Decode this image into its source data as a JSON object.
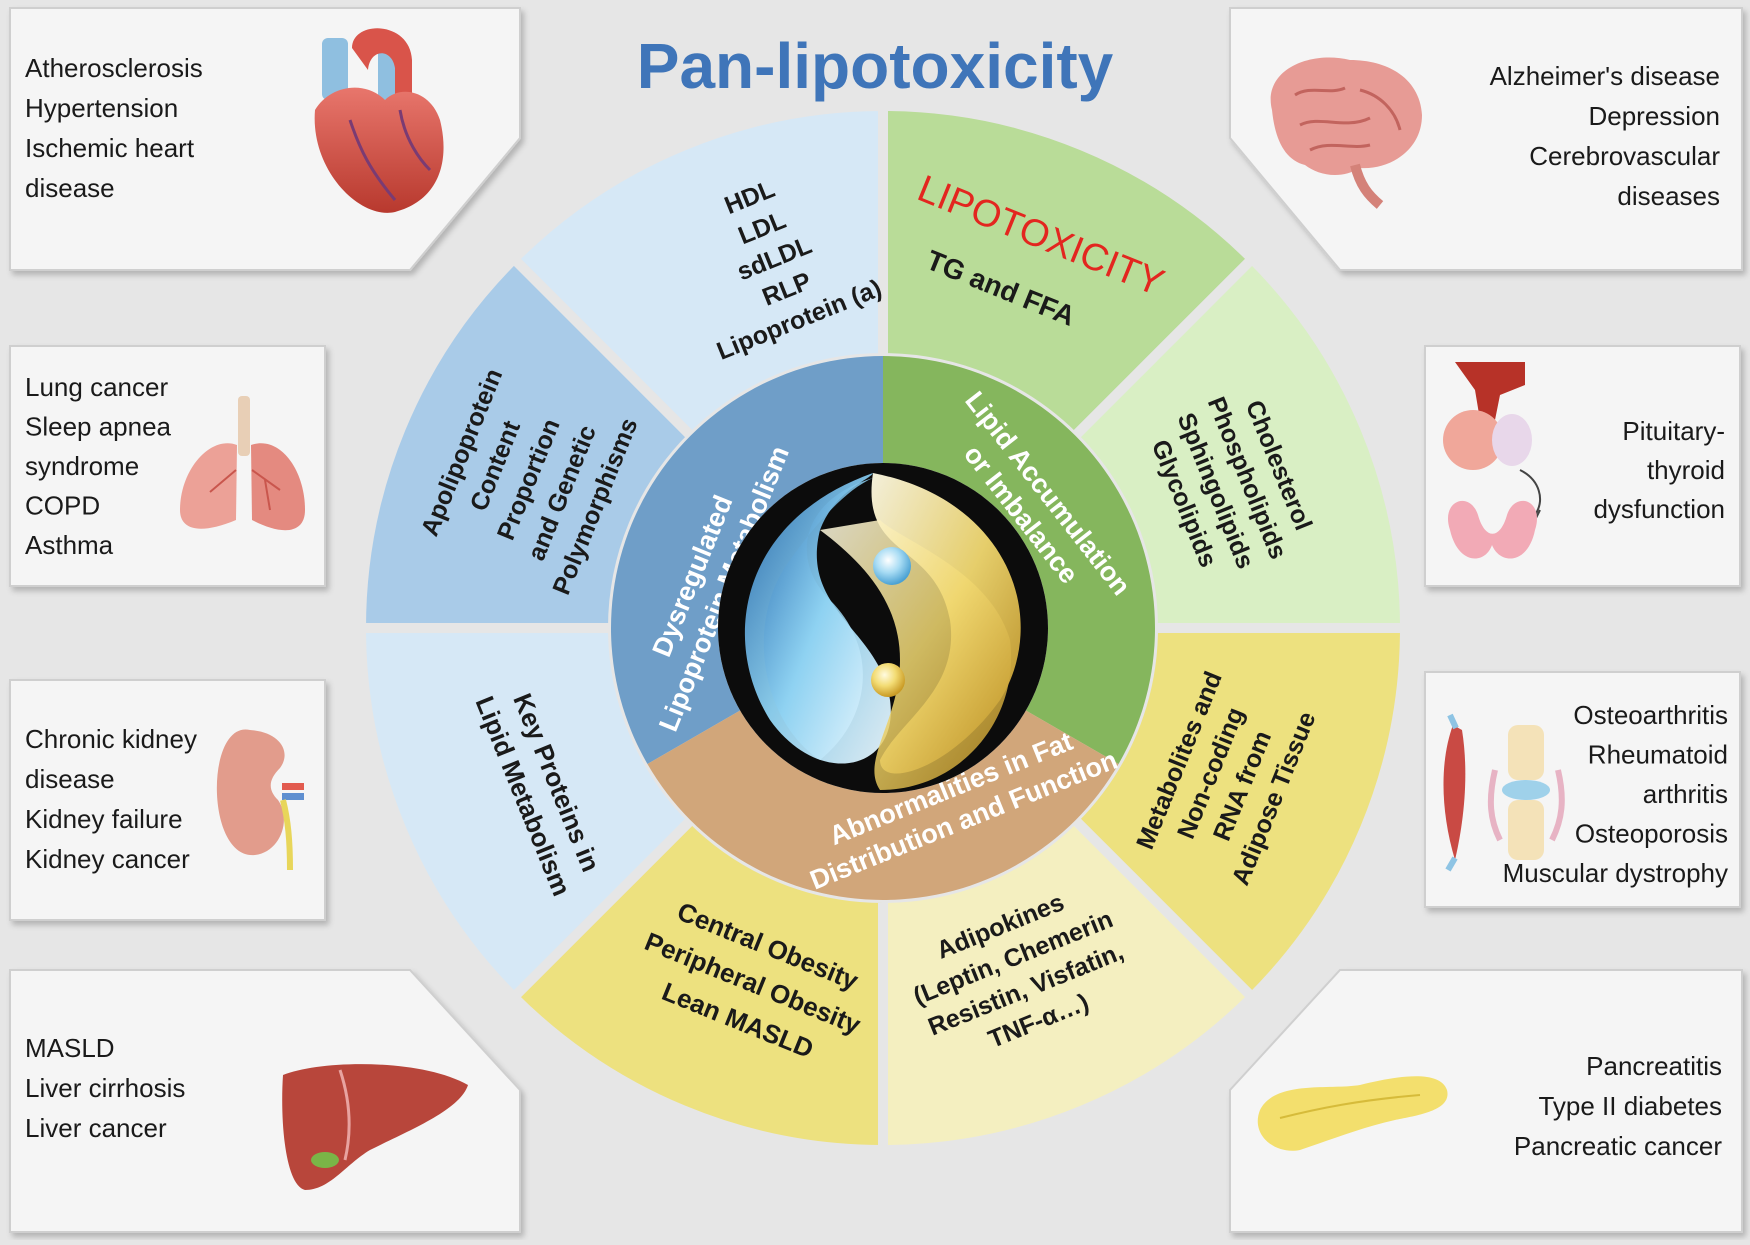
{
  "title": "Pan-lipotoxicity",
  "colors": {
    "background": "#e6e6e6",
    "title": "#3f75b9",
    "lipotoxicity_label": "#e3261f",
    "blue_dark": "#6f9ec8",
    "blue_mid": "#a9cbe8",
    "blue_light": "#d6e8f6",
    "green_dark": "#85b65d",
    "green_mid": "#b9dc98",
    "green_light": "#d9efc4",
    "tan": "#d1a67a",
    "yellow_mid": "#ede17f",
    "yellow_light": "#f4efc0"
  },
  "outer_segments": {
    "blue_top": [
      "HDL",
      "LDL",
      "sdLDL",
      "RLP",
      "Lipoprotein (a)"
    ],
    "lipotoxicity_label": "LIPOTOXICITY",
    "tg_ffa": "TG and FFA",
    "lipids": [
      "Cholesterol",
      "Phospholipids",
      "Sphingolipids",
      "Glycolipids"
    ],
    "metabolites": [
      "Metabolites and",
      "Non-coding",
      "RNA from",
      "Adipose Tissue"
    ],
    "adipokines": [
      "Adipokines",
      "(Leptin, Chemerin",
      "Resistin, Visfatin,",
      "TNF-α…)"
    ],
    "obesity": [
      "Central Obesity",
      "Peripheral  Obesity",
      "Lean MASLD"
    ],
    "key_proteins": [
      "Key Proteins in",
      "Lipid Metabolism"
    ],
    "apolipoprotein": [
      "Apolipoprotein",
      "Content",
      "Proportion",
      "and Genetic",
      "Polymorphisms"
    ]
  },
  "inner_ring": {
    "lipoprotein": [
      "Dysregulated",
      "Lipoprotein Metabolism"
    ],
    "lipid_accumulation": [
      "Lipid Accumulation",
      "or Imbalance"
    ],
    "fat_distribution": [
      "Abnormalities in Fat",
      "Distribution and Function"
    ]
  },
  "boxes": {
    "heart": [
      "Atherosclerosis",
      "Hypertension",
      "Ischemic heart",
      "disease"
    ],
    "lung": [
      "Lung cancer",
      "Sleep apnea",
      "syndrome",
      "COPD",
      "Asthma"
    ],
    "kidney": [
      "Chronic kidney",
      "disease",
      "Kidney failure",
      "Kidney cancer"
    ],
    "liver": [
      "MASLD",
      "Liver cirrhosis",
      "Liver cancer"
    ],
    "brain": [
      "Alzheimer's disease",
      "Depression",
      "Cerebrovascular",
      "diseases"
    ],
    "thyroid": [
      "Pituitary-",
      "thyroid",
      "dysfunction"
    ],
    "joint": [
      "Osteoarthritis",
      "Rheumatoid",
      "arthritis",
      "Osteoporosis",
      "Muscular dystrophy"
    ],
    "pancreas": [
      "Pancreatitis",
      "Type II diabetes",
      "Pancreatic cancer"
    ]
  }
}
